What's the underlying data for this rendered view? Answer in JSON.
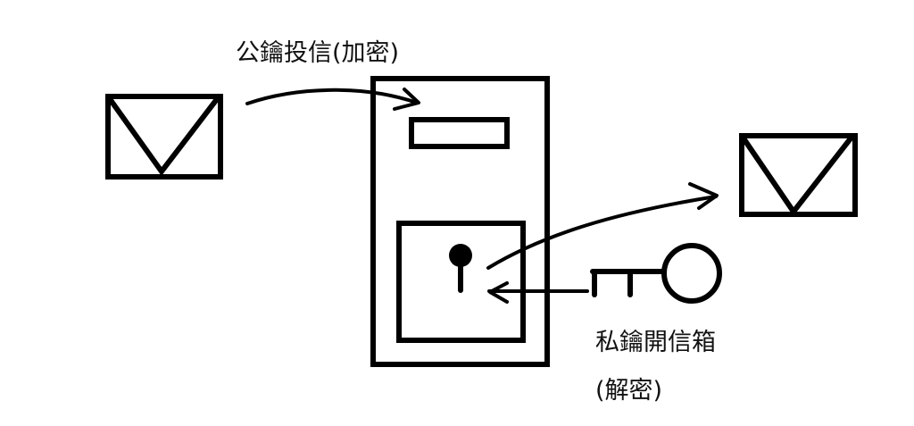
{
  "labels": {
    "public_key_label": "公鑰投信(加密)",
    "private_key_line1": "私鑰開信箱",
    "private_key_line2": "(解密)"
  },
  "icons": {
    "sender_letter": "envelope-icon",
    "mailbox": "mailbox-icon",
    "keyhole": "keyhole-icon",
    "key": "key-icon",
    "receiver_letter": "envelope-icon"
  },
  "colors": {
    "ink": "#000000",
    "background": "#ffffff"
  }
}
